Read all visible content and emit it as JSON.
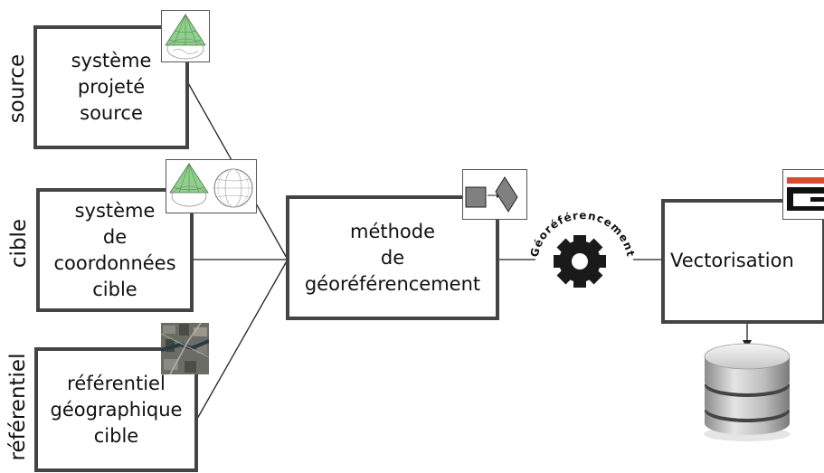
{
  "side_labels": {
    "source": "source",
    "cible": "cible",
    "referentiel": "référentiel"
  },
  "boxes": {
    "source": [
      "système",
      "projeté",
      "source"
    ],
    "cible": [
      "système",
      "de",
      "coordonnées",
      "cible"
    ],
    "referentiel": [
      "référentiel",
      "géographique",
      "cible"
    ],
    "methode": [
      "méthode",
      "de",
      "géoréférencement"
    ],
    "vectorisation": [
      "Vectorisation"
    ]
  },
  "gear_label": "Géoréférencement",
  "colors": {
    "border": "#444444",
    "gear": "#1a1a1a",
    "cone": "#8fd18a"
  },
  "icons": [
    "projection-cone-icon",
    "globe-icon",
    "aerial-photo-icon",
    "transform-shapes-icon",
    "raster-to-vector-icon",
    "gear-icon",
    "database-icon"
  ]
}
